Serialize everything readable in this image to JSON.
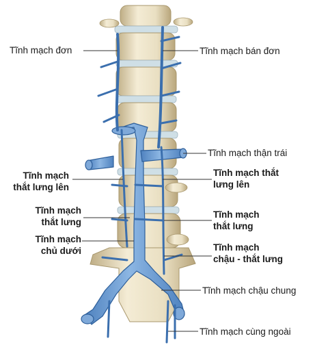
{
  "labels": {
    "azygos": "Tĩnh mạch đơn",
    "hemiazygos": "Tĩnh mạch bán đơn",
    "left_renal": "Tĩnh mạch thận trái",
    "ascending_lumbar_right_l1": "Tĩnh mạch",
    "ascending_lumbar_right_l2": "thắt lưng lên",
    "ascending_lumbar_left_l1": "Tĩnh mạch thắt",
    "ascending_lumbar_left_l2": "lưng lên",
    "lumbar_right_l1": "Tĩnh mạch",
    "lumbar_right_l2": "thắt lưng",
    "lumbar_left_l1": "Tĩnh mạch",
    "lumbar_left_l2": "thắt lưng",
    "ivc_l1": "Tĩnh mạch",
    "ivc_l2": "chủ dưới",
    "iliolumbar_l1": "Tĩnh mạch",
    "iliolumbar_l2": "chậu - thắt lưng",
    "common_iliac": "Tĩnh mạch chậu chung",
    "external_sacral": "Tĩnh mạch cùng ngoài"
  },
  "colors": {
    "vein_fill": "#6d9fd6",
    "vein_stroke": "#2e5f9a",
    "bone": "#ece3c8",
    "bone_shade": "#bfae86",
    "disc": "#cfdfe6",
    "leader": "#333333"
  }
}
